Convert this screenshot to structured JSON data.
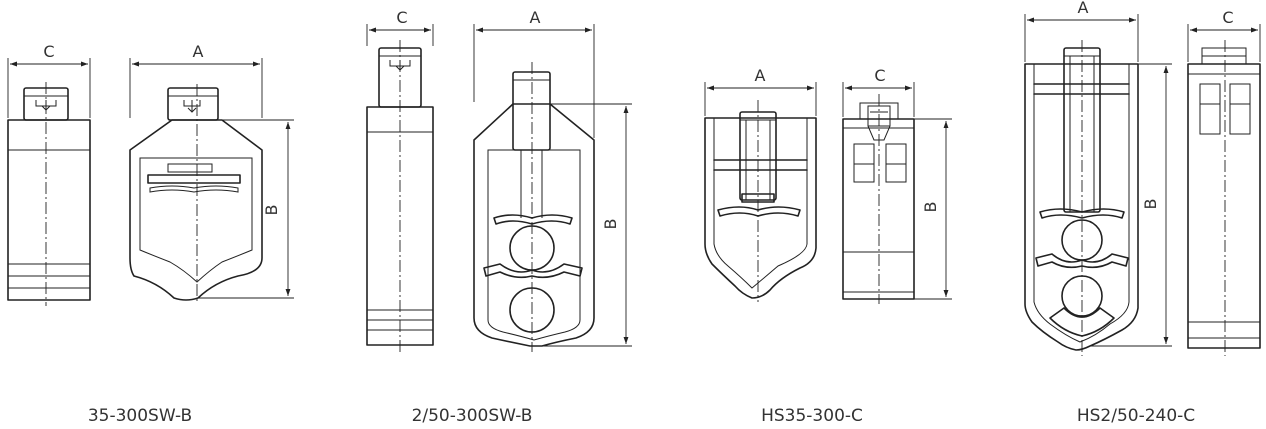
{
  "dimension_labels": {
    "a": "A",
    "b": "B",
    "c": "C"
  },
  "products": [
    {
      "name": "35-300SW-B"
    },
    {
      "name": "2/50-300SW-B"
    },
    {
      "name": "HS35-300-C"
    },
    {
      "name": "HS2/50-240-C"
    }
  ]
}
